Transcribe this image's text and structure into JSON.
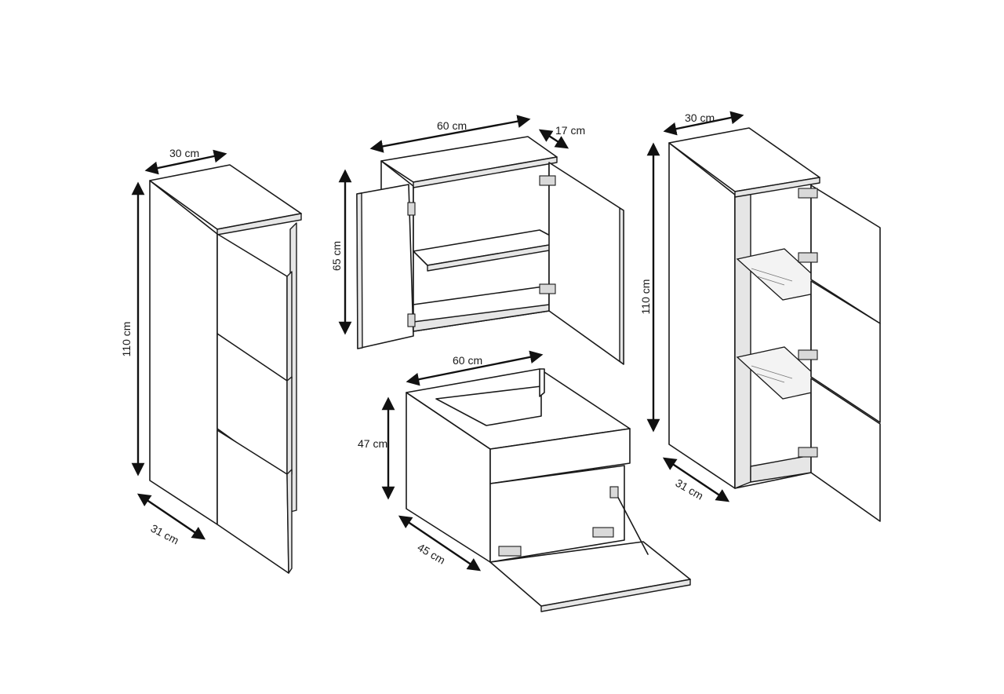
{
  "colors": {
    "line": "#1a1a1a",
    "background": "#ffffff"
  },
  "diagram": {
    "tall_cabinet_left": {
      "width": "30 cm",
      "height": "110 cm",
      "depth": "31 cm"
    },
    "wall_cabinet": {
      "width": "60 cm",
      "depth": "17 cm",
      "height": "65 cm"
    },
    "sink_cabinet": {
      "width": "60 cm",
      "height": "47 cm",
      "depth": "45 cm"
    },
    "tall_cabinet_right": {
      "width": "30 cm",
      "height": "110 cm",
      "depth": "31 cm"
    }
  }
}
